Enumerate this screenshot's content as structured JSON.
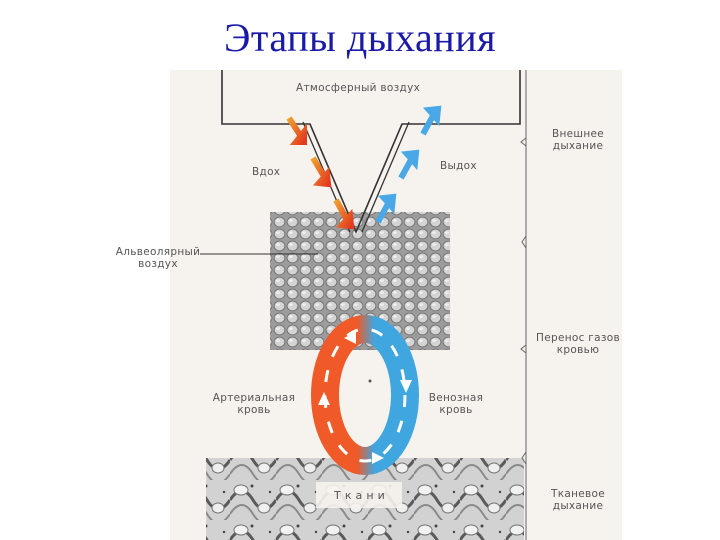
{
  "slide": {
    "title": "Этапы дыхания"
  },
  "diagram": {
    "atmospheric_air": "Атмосферный воздух",
    "inhale": "Вдох",
    "exhale": "Выдох",
    "alveolar_air_line1": "Альвеолярный",
    "alveolar_air_line2": "воздух",
    "arterial_blood_line1": "Артериальная",
    "arterial_blood_line2": "кровь",
    "venous_blood_line1": "Венозная",
    "venous_blood_line2": "кровь",
    "tissues": "Т к а н и",
    "stages": [
      {
        "line1": "Внешнее",
        "line2": "дыхание"
      },
      {
        "line1": "Перенос газов",
        "line2": "кровью"
      },
      {
        "line1": "Тканевое",
        "line2": "дыхание"
      }
    ]
  },
  "colors": {
    "title": "#1a1aa8",
    "arterial": "#f05a28",
    "venous": "#3fa6e0"
  }
}
